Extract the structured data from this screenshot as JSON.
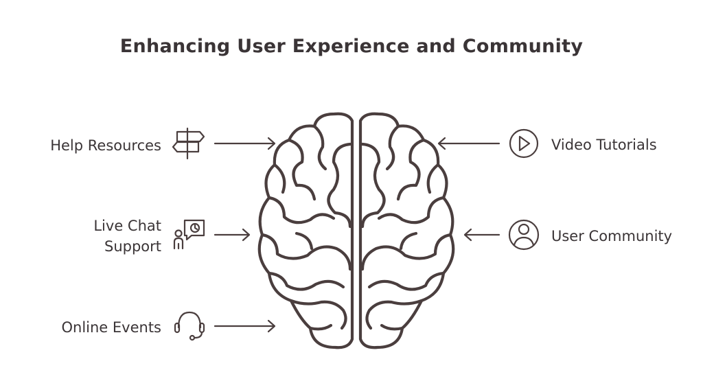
{
  "title": "Enhancing User Experience and Community",
  "items": {
    "help_resources": {
      "label": "Help Resources",
      "icon": "signpost-icon"
    },
    "live_chat": {
      "label_line1": "Live Chat",
      "label_line2": "Support",
      "icon": "chat-support-icon"
    },
    "online_events": {
      "label": "Online Events",
      "icon": "headset-icon"
    },
    "video_tutorials": {
      "label": "Video Tutorials",
      "icon": "play-icon"
    },
    "user_community": {
      "label": "User Community",
      "icon": "user-circle-icon"
    }
  },
  "center": {
    "icon": "brain-icon"
  },
  "colors": {
    "ink": "#4a3e3e",
    "text": "#3a3436",
    "background": "#ffffff"
  }
}
